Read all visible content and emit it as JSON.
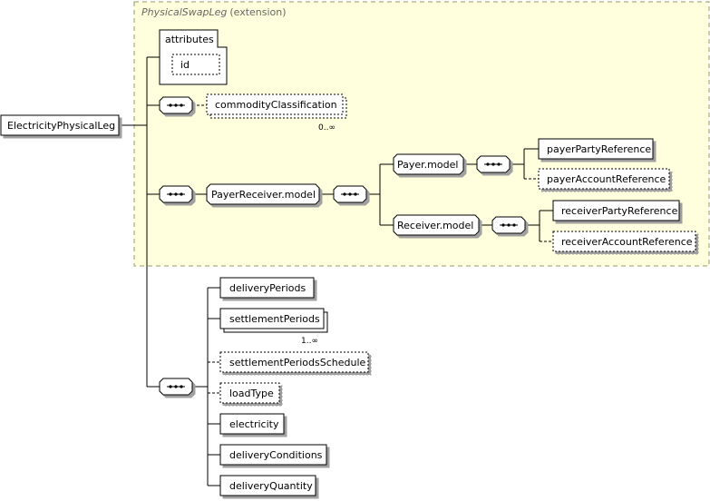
{
  "extension": {
    "base": "PhysicalSwapLeg",
    "suffix": "(extension)"
  },
  "root": {
    "label": "ElectricityPhysicalLeg"
  },
  "attributes": {
    "title": "attributes",
    "items": [
      "id"
    ]
  },
  "commodity": {
    "label": "commodityClassification",
    "cardinality": "0..∞"
  },
  "payer_receiver_model": {
    "label": "PayerReceiver.model"
  },
  "payer_model": {
    "label": "Payer.model",
    "children": [
      "payerPartyReference",
      "payerAccountReference"
    ]
  },
  "receiver_model": {
    "label": "Receiver.model",
    "children": [
      "receiverPartyReference",
      "receiverAccountReference"
    ]
  },
  "sequence_children": {
    "deliveryPeriods": "deliveryPeriods",
    "settlementPeriods": "settlementPeriods",
    "settlementPeriods_cardinality": "1..∞",
    "settlementPeriodsSchedule": "settlementPeriodsSchedule",
    "loadType": "loadType",
    "electricity": "electricity",
    "deliveryConditions": "deliveryConditions",
    "deliveryQuantity": "deliveryQuantity"
  },
  "colors": {
    "extension_fill": "#ffffdd",
    "extension_border": "#999966",
    "line": "#000000"
  }
}
